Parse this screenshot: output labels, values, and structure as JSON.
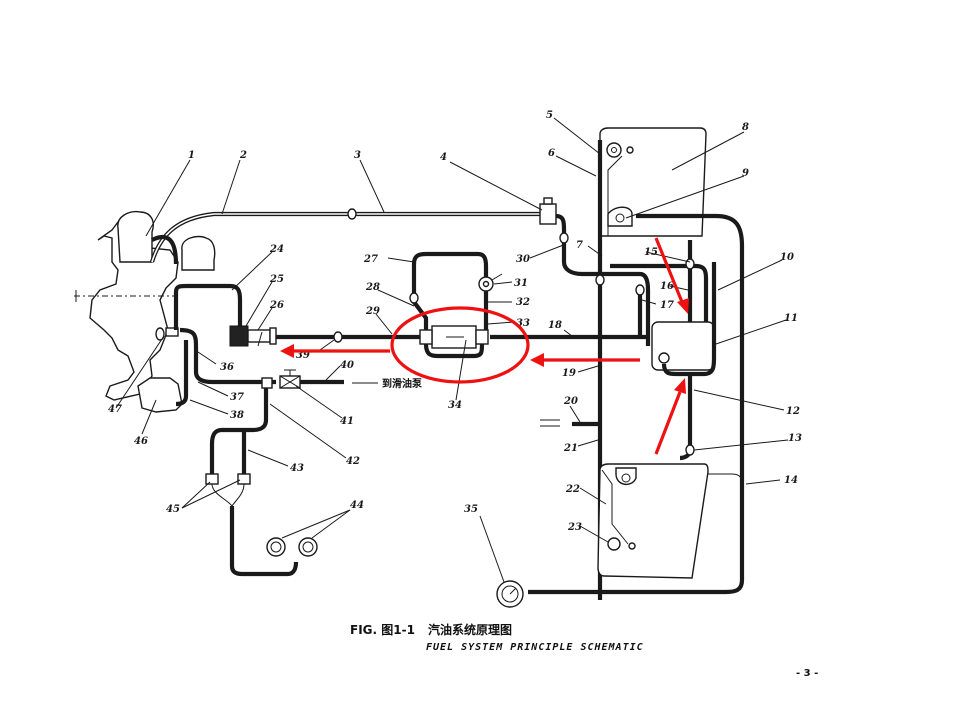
{
  "figure": {
    "caption_prefix": "FIG. 图1-1",
    "caption_cn": "汽油系统原理图",
    "caption_en": "FUEL SYSTEM PRINCIPLE SCHEMATIC",
    "annotation_to_lube_pump": "到滑油泵",
    "page_mark": "- 3 -"
  },
  "callouts": [
    "1",
    "2",
    "3",
    "4",
    "5",
    "6",
    "7",
    "8",
    "9",
    "10",
    "11",
    "12",
    "13",
    "14",
    "15",
    "16",
    "17",
    "18",
    "19",
    "20",
    "21",
    "22",
    "23",
    "24",
    "25",
    "26",
    "27",
    "28",
    "29",
    "30",
    "31",
    "32",
    "33",
    "34",
    "35",
    "36",
    "37",
    "38",
    "39",
    "40",
    "41",
    "42",
    "43",
    "44",
    "45",
    "46",
    "47"
  ],
  "highlight": {
    "color": "#ee1111",
    "ellipse_target": "34",
    "arrows": [
      "tank-to-collector-upper",
      "tank-to-collector-lower",
      "collector-to-filter",
      "filter-to-carburetor"
    ]
  }
}
